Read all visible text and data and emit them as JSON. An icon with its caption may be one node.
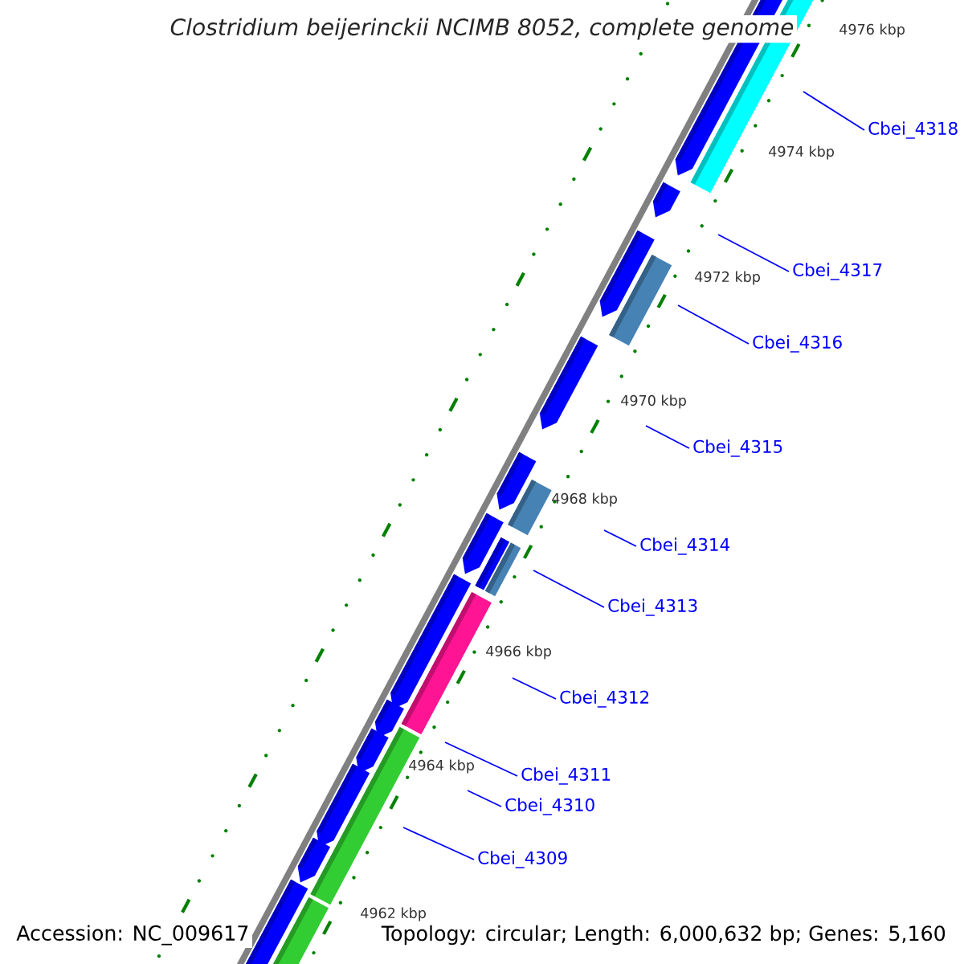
{
  "diagram": {
    "title": "Clostridium beijerinckii NCIMB 8052, complete genome",
    "nodes": [
      {
        "text": [
          "Cbei_4318"
        ]
      },
      {
        "text": [
          "Cbei_4317"
        ]
      },
      {
        "text": [
          "Cbei_4316"
        ]
      },
      {
        "text": [
          "Cbei_4315"
        ]
      },
      {
        "text": [
          "Cbei_4314"
        ]
      },
      {
        "text": [
          "Cbei_4313"
        ]
      },
      {
        "text": [
          "Cbei_4312"
        ]
      },
      {
        "text": [
          "Cbei_4311"
        ]
      },
      {
        "text": [
          "Cbei_4310"
        ]
      },
      {
        "text": [
          "Cbei_4309"
        ]
      }
    ],
    "edges": [
      {
        "from": 0,
        "to": null,
        "arrow": "none"
      },
      {
        "from": 1,
        "to": null,
        "arrow": "none"
      },
      {
        "from": 2,
        "to": null,
        "arrow": "none"
      },
      {
        "from": 3,
        "to": null,
        "arrow": "none"
      },
      {
        "from": 4,
        "to": null,
        "arrow": "none"
      },
      {
        "from": 5,
        "to": null,
        "arrow": "none"
      },
      {
        "from": 6,
        "to": null,
        "arrow": "none"
      },
      {
        "from": 7,
        "to": null,
        "arrow": "none"
      },
      {
        "from": 8,
        "to": null,
        "arrow": "none"
      },
      {
        "from": 9,
        "to": null,
        "arrow": "none"
      }
    ],
    "labels": [
      "4976 kbp",
      "4974 kbp",
      "4972 kbp",
      "4970 kbp",
      "4968 kbp",
      "4966 kbp",
      "4964 kbp",
      "4962 kbp",
      "Accession: NC_009617",
      "Topology: circular; Length: 6,000,632 bp; Genes: 5,160"
    ]
  }
}
